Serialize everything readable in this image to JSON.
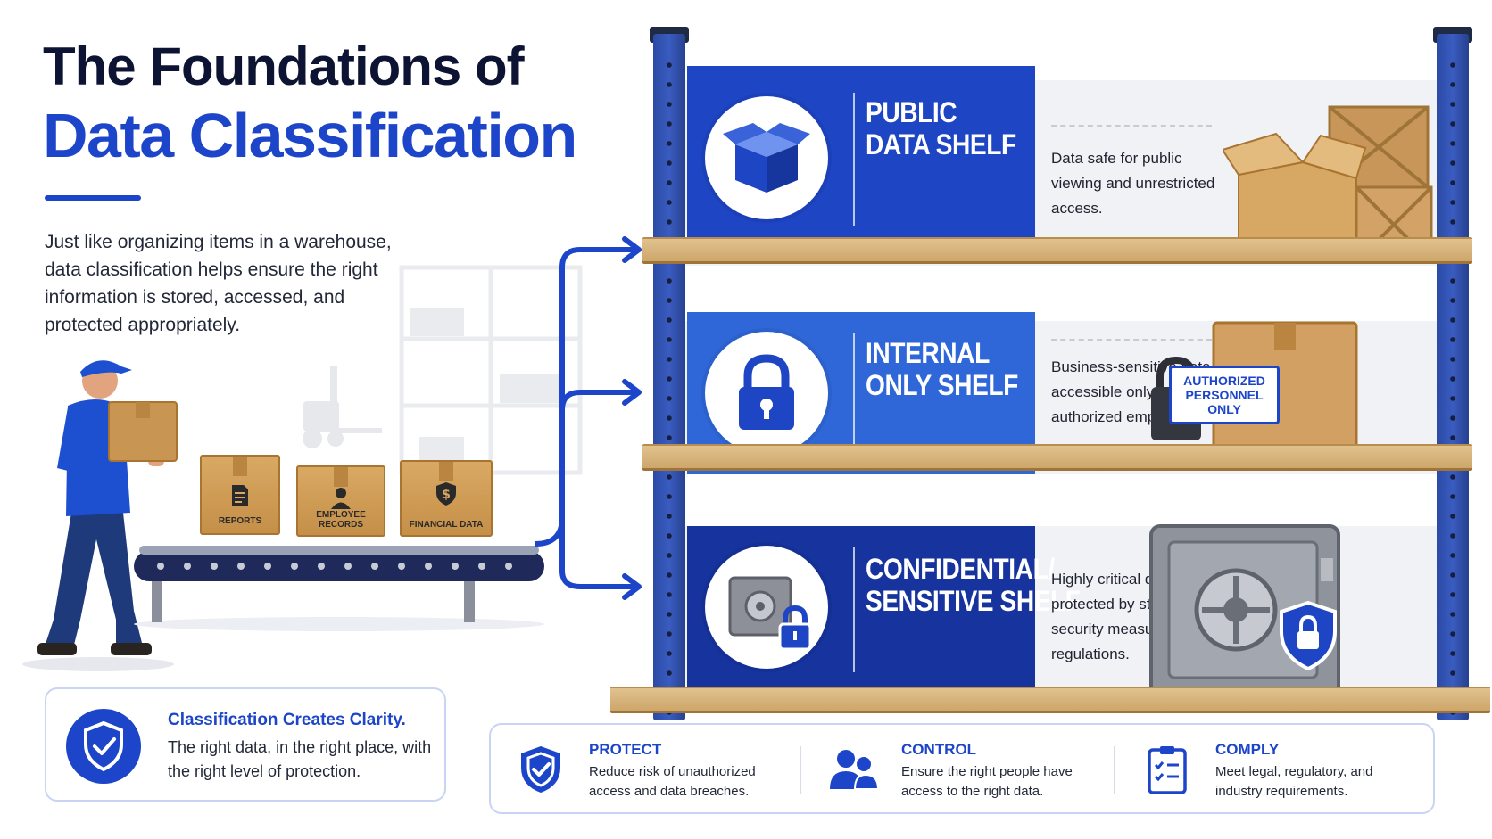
{
  "title": {
    "line1": "The Foundations of",
    "line2": "Data Classification"
  },
  "intro": "Just like organizing items in a warehouse, data classification helps ensure the right information is stored, accessed, and protected appropriately.",
  "boxes": [
    {
      "label": "REPORTS",
      "icon": "document-icon"
    },
    {
      "label": "EMPLOYEE RECORDS",
      "icon": "person-icon"
    },
    {
      "label": "FINANCIAL DATA",
      "icon": "dollar-shield-icon"
    }
  ],
  "callout": {
    "heading": "Classification Creates Clarity.",
    "text": "The right data, in the right place, with the right level of protection."
  },
  "shelves": [
    {
      "name_line1": "PUBLIC",
      "name_line2": "DATA SHELF",
      "icon": "open-box-icon",
      "description": "Data safe for public viewing and unrestricted access.",
      "color": "#1e45c4"
    },
    {
      "name_line1": "INTERNAL",
      "name_line2": "ONLY SHELF",
      "icon": "padlock-icon",
      "description": "Business-sensitive data, accessible only to authorized employees.",
      "sign": "AUTHORIZED PERSONNEL ONLY",
      "color": "#2f67d8"
    },
    {
      "name_line1": "CONFIDENTIAL/",
      "name_line2": "SENSITIVE SHELF",
      "icon": "safe-lock-icon",
      "description": "Highly critical data, protected by strict security measures and regulations.",
      "color": "#17339e"
    }
  ],
  "benefits": [
    {
      "heading": "PROTECT",
      "text": "Reduce risk of unauthorized access and data breaches.",
      "icon": "shield-check-icon"
    },
    {
      "heading": "CONTROL",
      "text": "Ensure the right people have access to the right data.",
      "icon": "users-icon"
    },
    {
      "heading": "COMPLY",
      "text": "Meet legal, regulatory, and industry requirements.",
      "icon": "clipboard-check-icon"
    }
  ],
  "colors": {
    "brand_blue": "#1c45c9",
    "navy": "#0d1433",
    "cardboard": "#c58f48",
    "rack_blue": "#2b4aa5",
    "shelf_wood": "#d8b57c"
  }
}
